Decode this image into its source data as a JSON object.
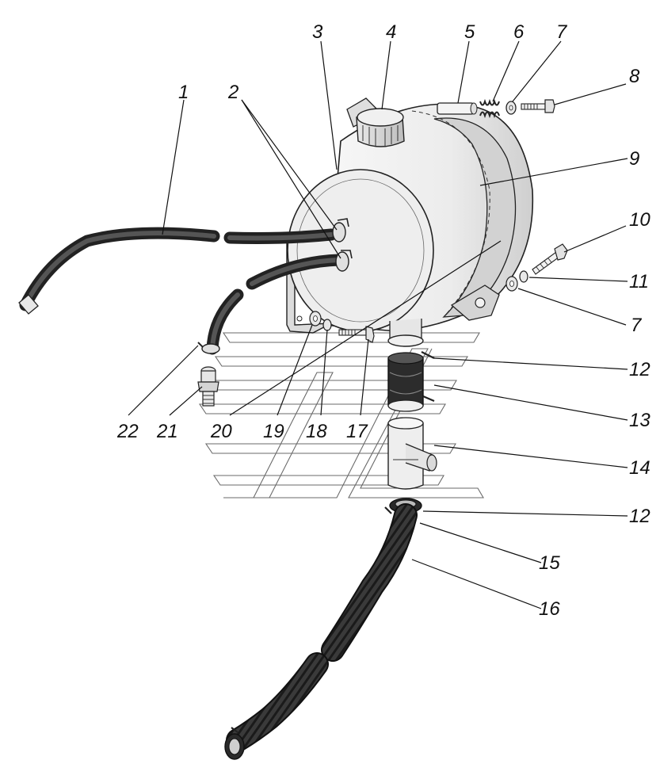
{
  "callouts": {
    "c1": "1",
    "c2": "2",
    "c3": "3",
    "c4": "4",
    "c5": "5",
    "c6": "6",
    "c7a": "7",
    "c7b": "7",
    "c8": "8",
    "c9": "9",
    "c10": "10",
    "c11": "11",
    "c12a": "12",
    "c12b": "12",
    "c13": "13",
    "c14": "14",
    "c15": "15",
    "c16": "16",
    "c17": "17",
    "c18": "18",
    "c19": "19",
    "c20": "20",
    "c21": "21",
    "c22": "22"
  },
  "colors": {
    "line": "#111111",
    "tank_light": "#f4f4f4",
    "tank_shade": "#d6d6d6",
    "hose": "#2a2a2a",
    "watermark": "#6a6a6a"
  }
}
